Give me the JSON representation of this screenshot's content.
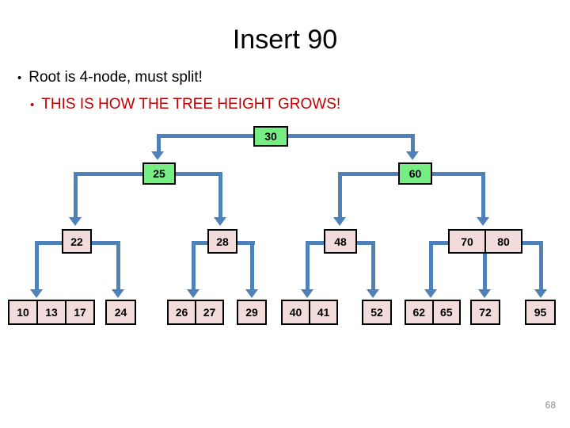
{
  "slide": {
    "title": "Insert 90",
    "page_number": "68",
    "bullet_marker": "•",
    "bullets": [
      {
        "text": "Root is 4-node, must split!",
        "color": "#000000"
      },
      {
        "text": "THIS IS HOW THE TREE HEIGHT GROWS!",
        "color": "#C00000"
      }
    ]
  },
  "colors": {
    "node_fill_pink": "#F2DCDB",
    "node_fill_green": "#77EE84",
    "node_border": "#000000",
    "connector_blue": "#4E81B8",
    "title_text": "#000000",
    "highlight_text": "#C00000",
    "page_number_text": "#8C8C8C",
    "background": "#FFFFFF"
  },
  "tree": {
    "type": "2-3-4 tree",
    "levels": [
      {
        "level": 0,
        "name": "root",
        "nodes": [
          {
            "id": "n-30",
            "keys": [
              "30"
            ],
            "fill": "green"
          }
        ]
      },
      {
        "level": 1,
        "name": "internal-upper",
        "nodes": [
          {
            "id": "n-25",
            "keys": [
              "25"
            ],
            "fill": "green"
          },
          {
            "id": "n-60",
            "keys": [
              "60"
            ],
            "fill": "green"
          }
        ]
      },
      {
        "level": 2,
        "name": "internal-lower",
        "nodes": [
          {
            "id": "n-22",
            "keys": [
              "22"
            ],
            "fill": "pink"
          },
          {
            "id": "n-28",
            "keys": [
              "28"
            ],
            "fill": "pink"
          },
          {
            "id": "n-48",
            "keys": [
              "48"
            ],
            "fill": "pink"
          },
          {
            "id": "n-70-80",
            "keys": [
              "70",
              "80"
            ],
            "fill": "pink"
          }
        ]
      },
      {
        "level": 3,
        "name": "leaves",
        "nodes": [
          {
            "id": "l-10-13-17",
            "keys": [
              "10",
              "13",
              "17"
            ],
            "fill": "pink"
          },
          {
            "id": "l-24",
            "keys": [
              "24"
            ],
            "fill": "pink"
          },
          {
            "id": "l-26-27",
            "keys": [
              "26",
              "27"
            ],
            "fill": "pink"
          },
          {
            "id": "l-29",
            "keys": [
              "29"
            ],
            "fill": "pink"
          },
          {
            "id": "l-40-41",
            "keys": [
              "40",
              "41"
            ],
            "fill": "pink"
          },
          {
            "id": "l-52",
            "keys": [
              "52"
            ],
            "fill": "pink"
          },
          {
            "id": "l-62-65",
            "keys": [
              "62",
              "65"
            ],
            "fill": "pink"
          },
          {
            "id": "l-72",
            "keys": [
              "72"
            ],
            "fill": "pink"
          },
          {
            "id": "l-95",
            "keys": [
              "95"
            ],
            "fill": "pink"
          }
        ]
      }
    ],
    "edges": [
      {
        "from": "n-30",
        "to": "n-25"
      },
      {
        "from": "n-30",
        "to": "n-60"
      },
      {
        "from": "n-25",
        "to": "n-22"
      },
      {
        "from": "n-25",
        "to": "n-28"
      },
      {
        "from": "n-60",
        "to": "n-48"
      },
      {
        "from": "n-60",
        "to": "n-70-80"
      },
      {
        "from": "n-22",
        "to": "l-10-13-17"
      },
      {
        "from": "n-22",
        "to": "l-24"
      },
      {
        "from": "n-28",
        "to": "l-26-27"
      },
      {
        "from": "n-28",
        "to": "l-29"
      },
      {
        "from": "n-48",
        "to": "l-40-41"
      },
      {
        "from": "n-48",
        "to": "l-52"
      },
      {
        "from": "n-70-80",
        "to": "l-62-65"
      },
      {
        "from": "n-70-80",
        "to": "l-72"
      },
      {
        "from": "n-70-80",
        "to": "l-95"
      }
    ]
  }
}
